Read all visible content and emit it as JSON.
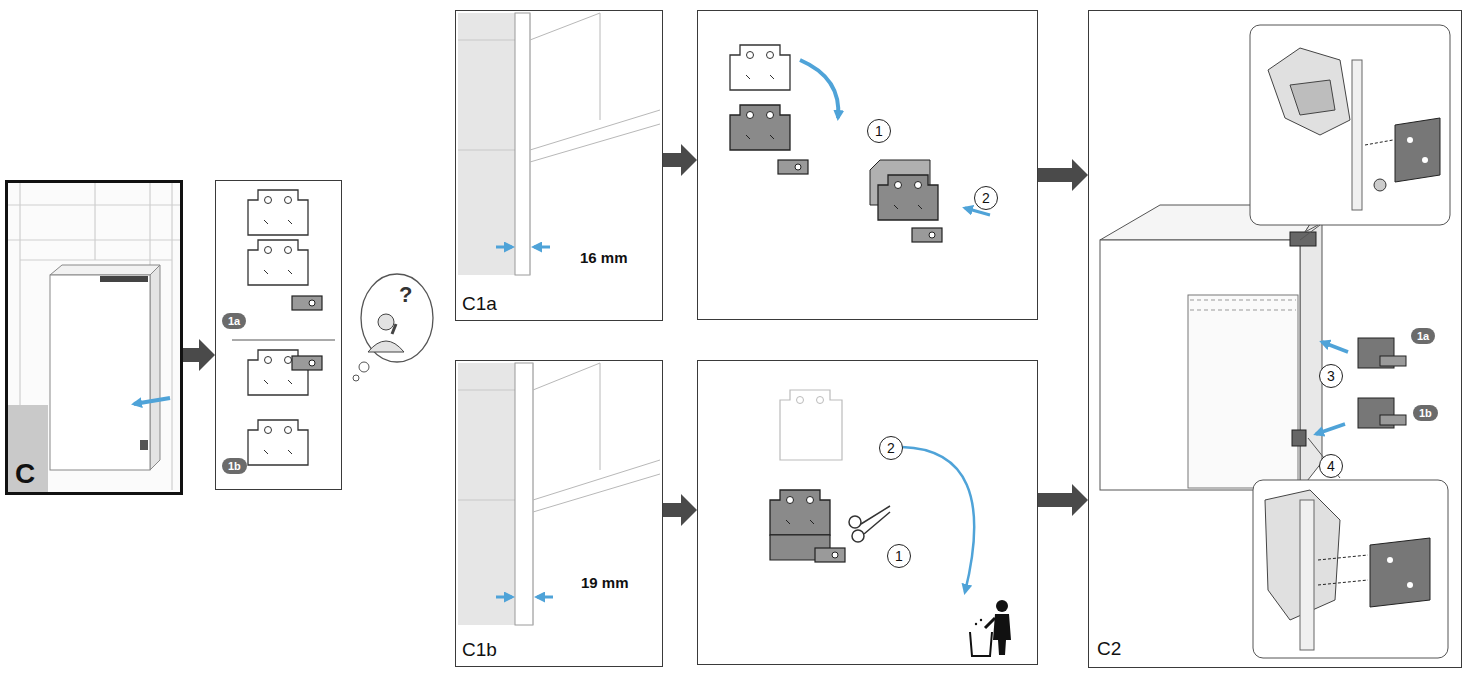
{
  "diagram": {
    "nodes": [
      {
        "text": [
          "C"
        ]
      },
      {
        "text": [
          "1a",
          "1b"
        ]
      },
      {
        "text": [
          "C1a",
          "16 mm"
        ]
      },
      {
        "text": [
          "1",
          "2"
        ]
      },
      {
        "text": [
          "C1b",
          "19 mm"
        ]
      },
      {
        "text": [
          "2",
          "1"
        ]
      },
      {
        "text": [
          "C2",
          "3",
          "1a",
          "4",
          "1b"
        ]
      }
    ],
    "edges": [
      {
        "from": 0,
        "to": 1,
        "arrow": "to"
      },
      {
        "from": 2,
        "to": 3,
        "arrow": "to"
      },
      {
        "from": 3,
        "to": 6,
        "arrow": "to"
      },
      {
        "from": 4,
        "to": 5,
        "arrow": "to"
      },
      {
        "from": 5,
        "to": 6,
        "arrow": "to"
      }
    ],
    "labels": [
      "?"
    ]
  }
}
